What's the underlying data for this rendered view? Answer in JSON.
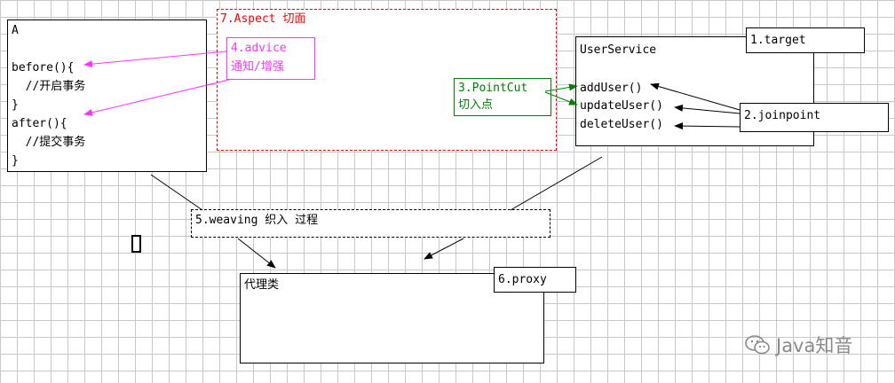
{
  "box_a": {
    "title": "A",
    "lines": [
      "before(){",
      "  //开启事务",
      "}",
      "after(){",
      "  //提交事务",
      "}"
    ]
  },
  "aspect": {
    "label": "7.Aspect 切面"
  },
  "advice": {
    "label1": "4.advice",
    "label2": "通知/增强"
  },
  "user_service": {
    "title": "UserService",
    "methods": [
      "addUser()",
      "updateUser()",
      "deleteUser()"
    ]
  },
  "target": {
    "label": "1.target"
  },
  "joinpoint": {
    "label": "2.joinpoint"
  },
  "pointcut": {
    "label1": "3.PointCut",
    "label2": "切入点"
  },
  "weaving": {
    "label": "5.weaving 织入 过程"
  },
  "proxy_class": {
    "label": "代理类"
  },
  "proxy": {
    "label": "6.proxy"
  },
  "watermark": {
    "text": "Java知音"
  },
  "colors": {
    "advice": "#ff33ff",
    "aspect": "#ff0000",
    "pointcut": "#008000",
    "line": "#000000"
  }
}
